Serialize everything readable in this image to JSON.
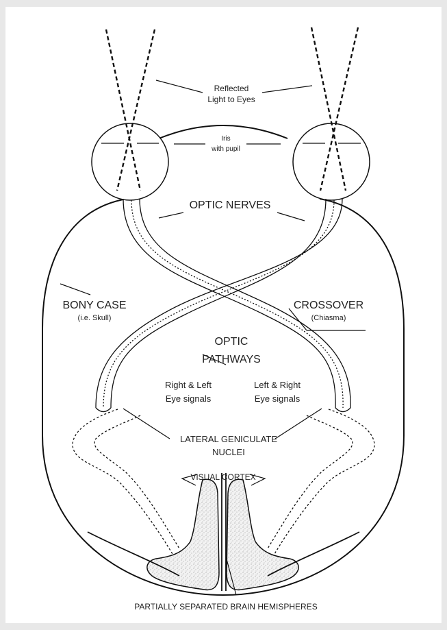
{
  "labels": {
    "reflected_line1": "Reflected",
    "reflected_line2": "Light to Eyes",
    "iris_line1": "Iris",
    "iris_line2": "with pupil",
    "optic_nerves": "OPTIC NERVES",
    "bony_case": "BONY CASE",
    "skull": "(i.e. Skull)",
    "crossover": "CROSSOVER",
    "chiasma": "(Chiasma)",
    "optic": "OPTIC",
    "pathways": "PATHWAYS",
    "rl_line1": "Right & Left",
    "rl_line2": "Eye signals",
    "lr_line1": "Left & Right",
    "lr_line2": "Eye signals",
    "lgn_line1": "LATERAL GENICULATE",
    "lgn_line2": "NUCLEI",
    "visual_cortex": "VISUAL CORTEX",
    "hemispheres": "PARTIALLY SEPARATED BRAIN HEMISPHERES"
  }
}
